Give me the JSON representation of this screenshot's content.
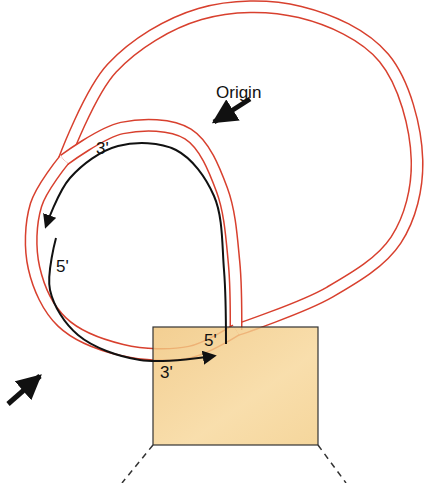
{
  "diagram": {
    "labels": [
      "Origin",
      "3'",
      "5'",
      "5'",
      "3'"
    ]
  }
}
